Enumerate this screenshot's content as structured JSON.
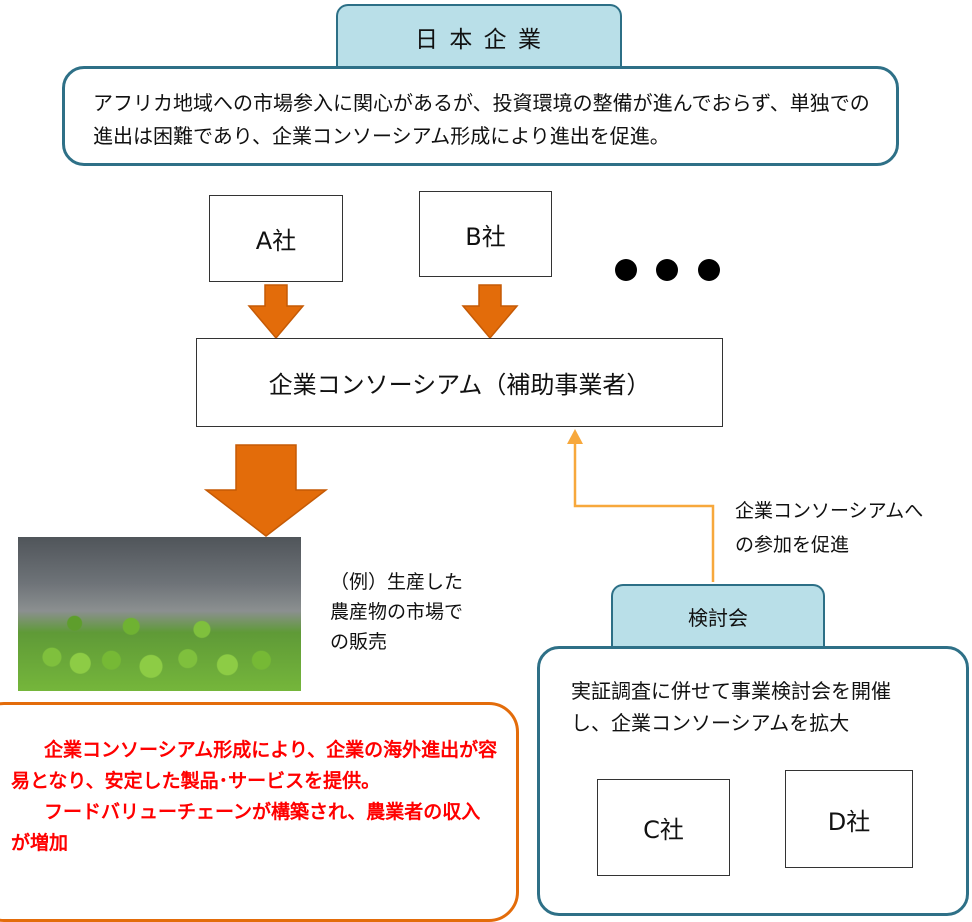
{
  "top_tab": {
    "label": "日 本 企 業"
  },
  "top_box": {
    "text": "アフリカ地域への市場参入に関心があるが、投資環境の整備が進んでおらず、単独での進出は困難であり、企業コンソーシアム形成により進出を促進。"
  },
  "company_a": {
    "label": "A社"
  },
  "company_b": {
    "label": "B社"
  },
  "consortium": {
    "label": "企業コンソーシアム（補助事業者）"
  },
  "example": {
    "text": "（例）生産した農産物の市場での販売"
  },
  "promote_note": {
    "text": "企業コンソーシアムへの参加を促進"
  },
  "review_tab": {
    "label": "検討会"
  },
  "review_box": {
    "text": "実証調査に併せて事業検討会を開催し、企業コンソーシアムを拡大"
  },
  "company_c": {
    "label": "C社"
  },
  "company_d": {
    "label": "D社"
  },
  "outcome": {
    "line1": "企業コンソーシアム形成により、企業の海外進出が容易となり、安定した製品･サービスを提供。",
    "line2": "フードバリューチェーンが構築され、農業者の収入が増加"
  },
  "colors": {
    "teal_border": "#2e7087",
    "tab_fill": "#b9dfe8",
    "arrow_orange": "#e36c0a",
    "promote_arrow": "#f7a83c",
    "outcome_red": "#ff0000",
    "outcome_border": "#e36c0a"
  },
  "icons": {
    "example_photo": "vegetable-market-photo"
  }
}
